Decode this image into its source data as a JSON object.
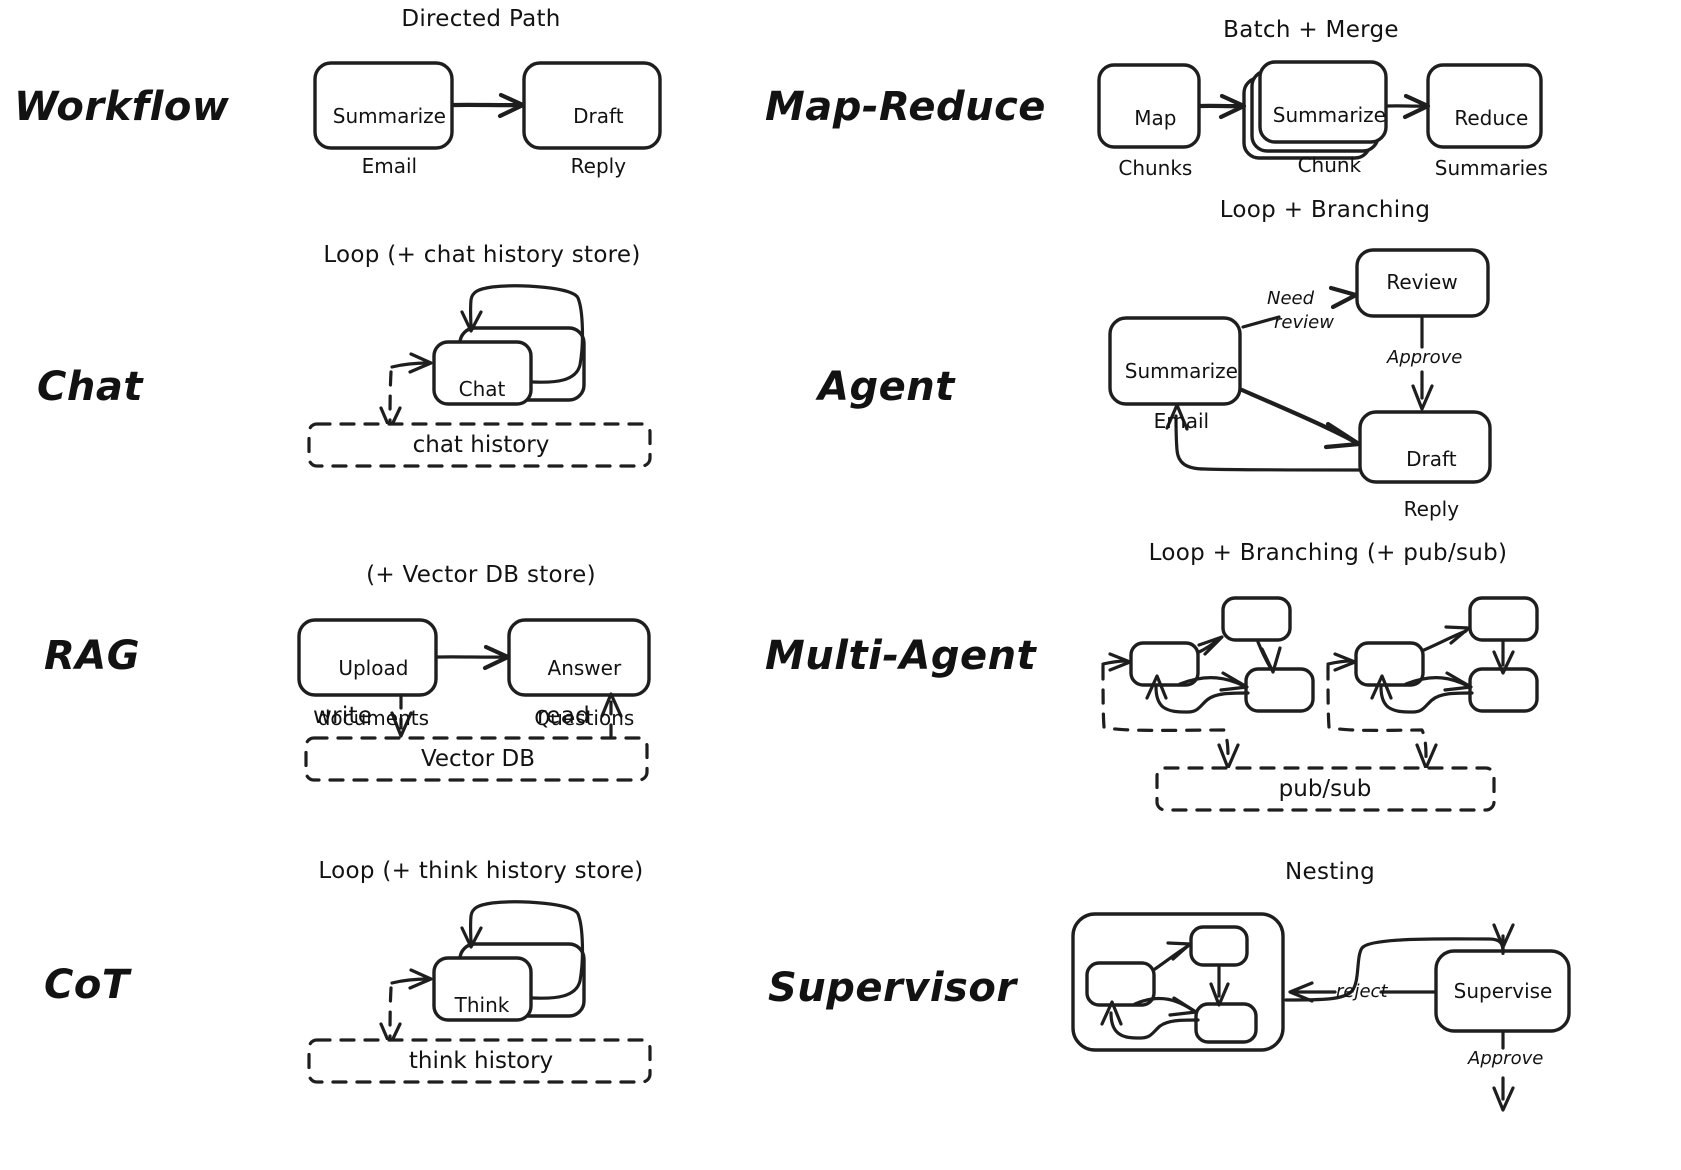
{
  "meta": {
    "title": "Agent architecture patterns comparison",
    "style": "hand-drawn",
    "stroke_color": "#1e1e1e",
    "background_color": "#ffffff"
  },
  "rows": [
    {
      "label": "Workflow",
      "caption": "Directed Path",
      "nodes": [
        "Summarize Email",
        "Draft Reply"
      ]
    },
    {
      "label": "Map-Reduce",
      "caption": "Batch + Merge",
      "nodes": [
        "Map Chunks",
        "Summarize Chunk",
        "Reduce Summaries"
      ]
    },
    {
      "label": "Chat",
      "caption": "Loop (+ chat history store)",
      "nodes": [
        "Chat"
      ],
      "store": "chat history"
    },
    {
      "label": "Agent",
      "caption": "Loop + Branching",
      "nodes": [
        "Summarize Email",
        "Review",
        "Draft Reply"
      ],
      "edge_labels": [
        "Need review",
        "Approve"
      ]
    },
    {
      "label": "RAG",
      "caption": "(+ Vector DB store)",
      "nodes": [
        "Upload documents",
        "Answer Questions"
      ],
      "store": "Vector DB",
      "edge_labels": [
        "write",
        "read"
      ]
    },
    {
      "label": "Multi-Agent",
      "caption": "Loop + Branching (+ pub/sub)",
      "nodes": [],
      "store": "pub/sub"
    },
    {
      "label": "CoT",
      "caption": "Loop (+ think history store)",
      "nodes": [
        "Think"
      ],
      "store": "think history"
    },
    {
      "label": "Supervisor",
      "caption": "Nesting",
      "nodes": [
        "Supervise"
      ],
      "edge_labels": [
        "reject",
        "Approve"
      ]
    }
  ],
  "workflow": {
    "label": "Workflow",
    "caption": "Directed Path",
    "node1_line1": "Summarize",
    "node1_line2": "Email",
    "node2_line1": "Draft",
    "node2_line2": "Reply"
  },
  "mapreduce": {
    "label": "Map-Reduce",
    "caption": "Batch + Merge",
    "node1_line1": "Map",
    "node1_line2": "Chunks",
    "node2_line1": "Summarize",
    "node2_line2": "Chunk",
    "node3_line1": "Reduce",
    "node3_line2": "Summaries"
  },
  "chat": {
    "label": "Chat",
    "caption": "Loop (+ chat history store)",
    "node1": "Chat",
    "store": "chat history"
  },
  "agent": {
    "label": "Agent",
    "caption": "Loop + Branching",
    "node1_line1": "Summarize",
    "node1_line2": "Email",
    "node2": "Review",
    "node3_line1": "Draft",
    "node3_line2": "Reply",
    "edge1_line1": "Need",
    "edge1_line2": "review",
    "edge2": "Approve"
  },
  "rag": {
    "label": "RAG",
    "caption": "(+ Vector DB store)",
    "node1_line1": "Upload",
    "node1_line2": "documents",
    "node2_line1": "Answer",
    "node2_line2": "Questions",
    "store": "Vector DB",
    "edge_write": "write",
    "edge_read": "read"
  },
  "multiagent": {
    "label": "Multi-Agent",
    "caption": "Loop + Branching (+ pub/sub)",
    "store": "pub/sub"
  },
  "cot": {
    "label": "CoT",
    "caption": "Loop (+ think history store)",
    "node1": "Think",
    "store": "think history"
  },
  "supervisor": {
    "label": "Supervisor",
    "caption": "Nesting",
    "node_supervise": "Supervise",
    "edge_reject": "reject",
    "edge_approve": "Approve"
  }
}
